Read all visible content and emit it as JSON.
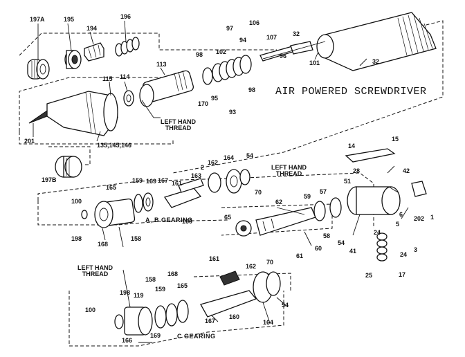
{
  "title": "AIR POWERED SCREWDRIVER",
  "notes": {
    "thread_top": "LEFT HAND\nTHREAD",
    "thread_right": "LEFT HAND\nTHREAD",
    "thread_bottom": "LEFT HAND\nTHREAD",
    "ab_gearing": "A, B GEARING",
    "c_gearing": "C GEARING"
  },
  "parts": [
    {
      "id": "197A",
      "text": "197A"
    },
    {
      "id": "195",
      "text": "195"
    },
    {
      "id": "194",
      "text": "194"
    },
    {
      "id": "196",
      "text": "196"
    },
    {
      "id": "115",
      "text": "115"
    },
    {
      "id": "114",
      "text": "114"
    },
    {
      "id": "113",
      "text": "113"
    },
    {
      "id": "98a",
      "text": "98"
    },
    {
      "id": "102",
      "text": "102"
    },
    {
      "id": "97",
      "text": "97"
    },
    {
      "id": "94",
      "text": "94"
    },
    {
      "id": "106",
      "text": "106"
    },
    {
      "id": "107",
      "text": "107"
    },
    {
      "id": "32a",
      "text": "32"
    },
    {
      "id": "96",
      "text": "96"
    },
    {
      "id": "101",
      "text": "101"
    },
    {
      "id": "32b",
      "text": "32"
    },
    {
      "id": "170",
      "text": "170"
    },
    {
      "id": "95",
      "text": "95"
    },
    {
      "id": "93",
      "text": "93"
    },
    {
      "id": "98b",
      "text": "98"
    },
    {
      "id": "201",
      "text": "201"
    },
    {
      "id": "135",
      "text": "135,145,146"
    },
    {
      "id": "197B",
      "text": "197B"
    },
    {
      "id": "14",
      "text": "14"
    },
    {
      "id": "15",
      "text": "15"
    },
    {
      "id": "28",
      "text": "28"
    },
    {
      "id": "42",
      "text": "42"
    },
    {
      "id": "1",
      "text": "1"
    },
    {
      "id": "202",
      "text": "202"
    },
    {
      "id": "6",
      "text": "6"
    },
    {
      "id": "5",
      "text": "5"
    },
    {
      "id": "3",
      "text": "3"
    },
    {
      "id": "24a",
      "text": "24"
    },
    {
      "id": "24b",
      "text": "24"
    },
    {
      "id": "25",
      "text": "25"
    },
    {
      "id": "17",
      "text": "17"
    },
    {
      "id": "41",
      "text": "41"
    },
    {
      "id": "51",
      "text": "51"
    },
    {
      "id": "57",
      "text": "57"
    },
    {
      "id": "59",
      "text": "59"
    },
    {
      "id": "58",
      "text": "58"
    },
    {
      "id": "54a",
      "text": "54"
    },
    {
      "id": "60",
      "text": "60"
    },
    {
      "id": "61",
      "text": "61"
    },
    {
      "id": "62",
      "text": "62"
    },
    {
      "id": "65",
      "text": "65"
    },
    {
      "id": "54b",
      "text": "54"
    },
    {
      "id": "70a",
      "text": "70"
    },
    {
      "id": "164a",
      "text": "164"
    },
    {
      "id": "162a",
      "text": "162"
    },
    {
      "id": "163",
      "text": "163"
    },
    {
      "id": "2",
      "text": "2"
    },
    {
      "id": "161a",
      "text": "161"
    },
    {
      "id": "167a",
      "text": "167"
    },
    {
      "id": "169a",
      "text": "169"
    },
    {
      "id": "159a",
      "text": "159"
    },
    {
      "id": "165",
      "text": "165"
    },
    {
      "id": "160a",
      "text": "160"
    },
    {
      "id": "100a",
      "text": "100"
    },
    {
      "id": "198a",
      "text": "198"
    },
    {
      "id": "168a",
      "text": "168"
    },
    {
      "id": "158a",
      "text": "158"
    },
    {
      "id": "161b",
      "text": "161"
    },
    {
      "id": "162b",
      "text": "162"
    },
    {
      "id": "70b",
      "text": "70"
    },
    {
      "id": "54c",
      "text": "54"
    },
    {
      "id": "164b",
      "text": "164"
    },
    {
      "id": "160b",
      "text": "160"
    },
    {
      "id": "167b",
      "text": "167"
    },
    {
      "id": "165b",
      "text": "165"
    },
    {
      "id": "168b",
      "text": "168"
    },
    {
      "id": "159b",
      "text": "159"
    },
    {
      "id": "158b",
      "text": "158"
    },
    {
      "id": "119",
      "text": "119"
    },
    {
      "id": "198b",
      "text": "198"
    },
    {
      "id": "100b",
      "text": "100"
    },
    {
      "id": "166",
      "text": "166"
    },
    {
      "id": "169b",
      "text": "169"
    }
  ]
}
